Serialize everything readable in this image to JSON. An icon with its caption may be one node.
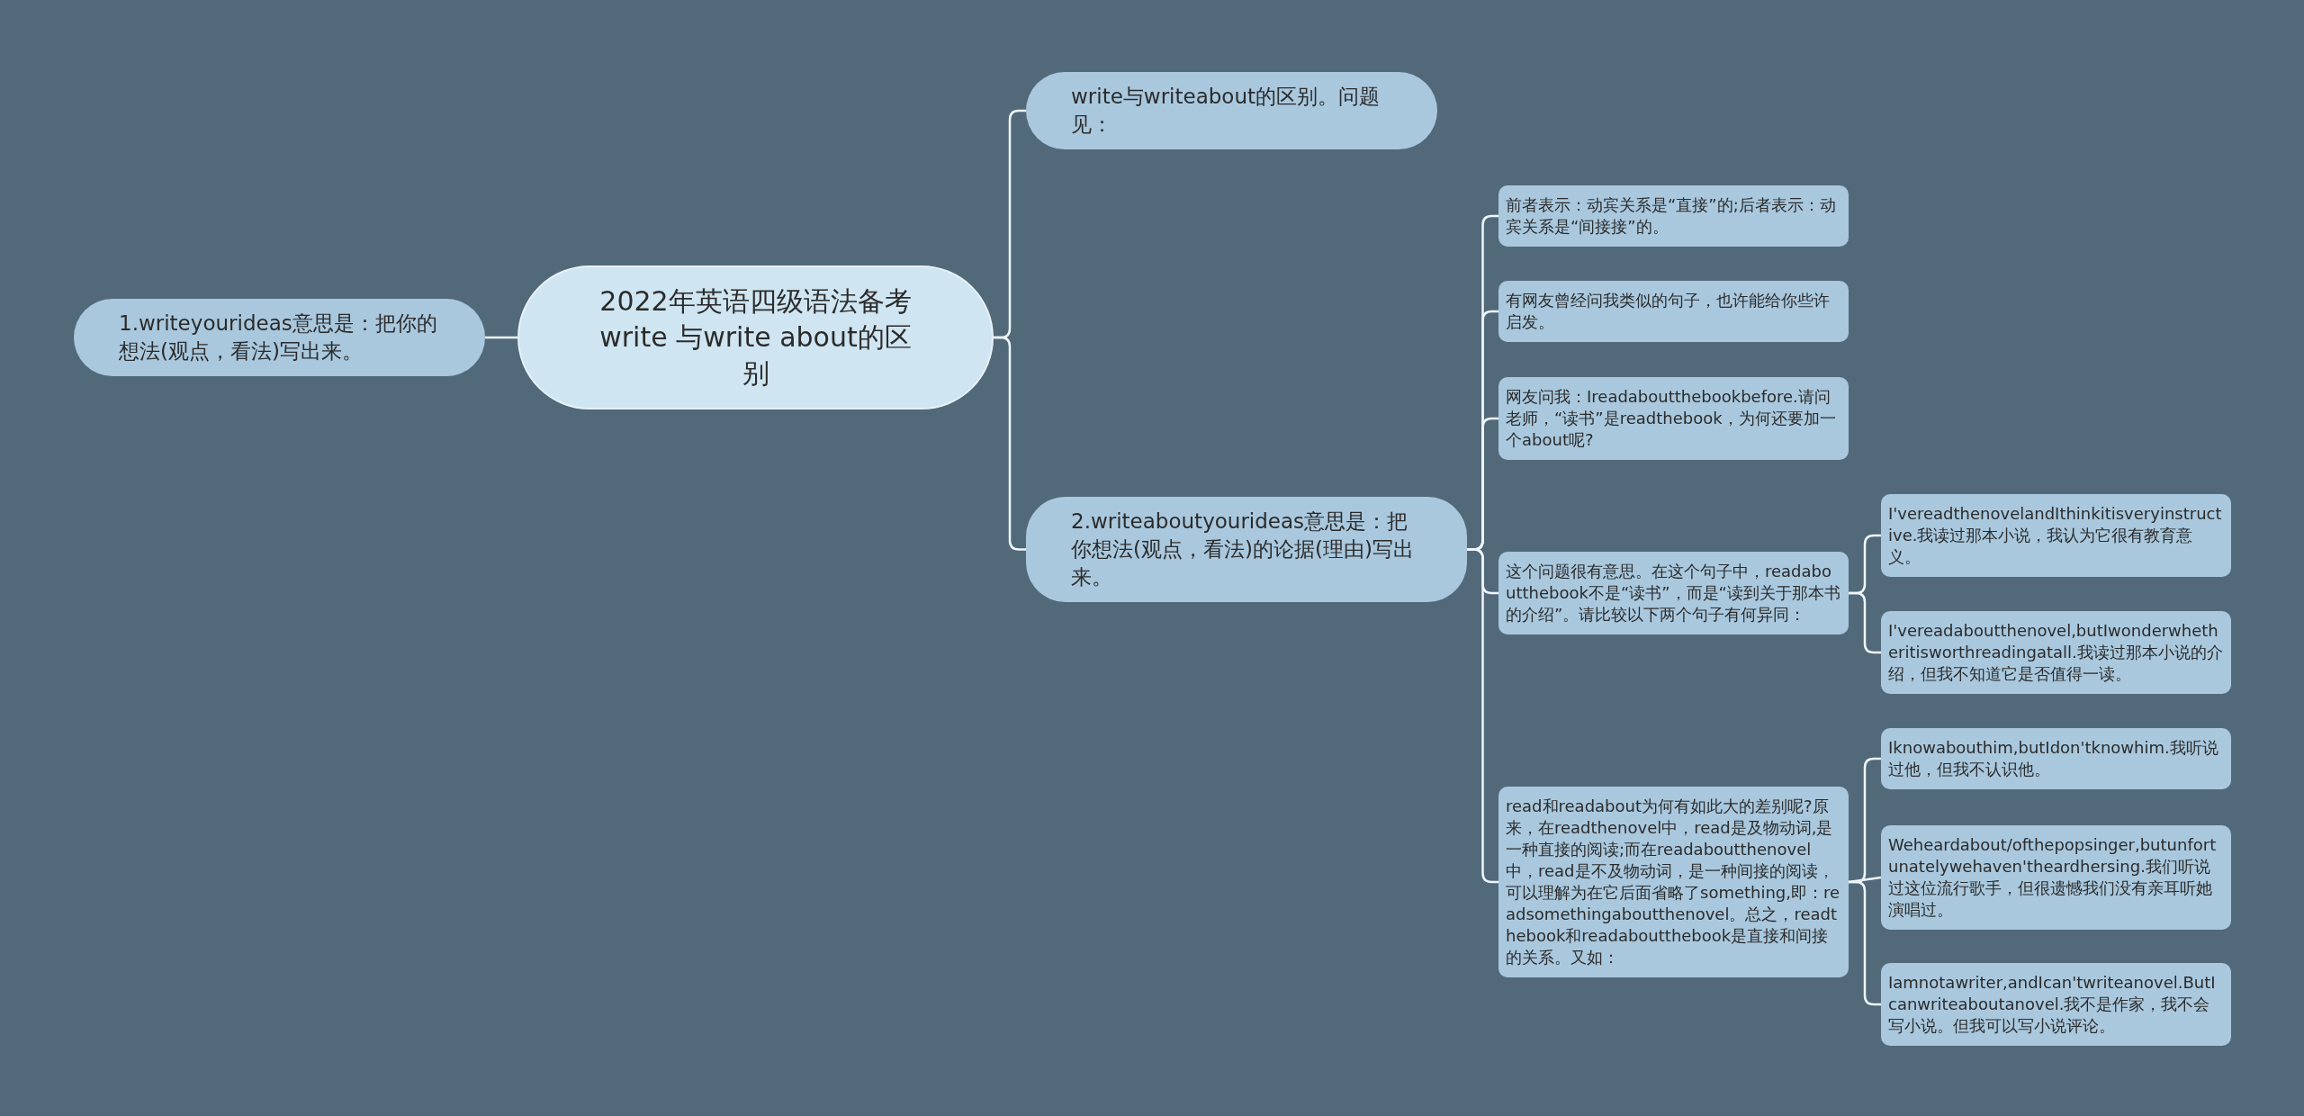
{
  "diagram": {
    "nodes": [
      {
        "text": [
          "2022年英语四级语法备考write 与write about的区别"
        ]
      },
      {
        "text": [
          "1.writeyourideas意思是：把你的想法(观点，看法)写出来。"
        ]
      },
      {
        "text": [
          "write与writeabout的区别。问题见："
        ]
      },
      {
        "text": [
          "2.writeaboutyourideas意思是：把你想法(观点，看法)的论据(理由)写出来。"
        ]
      },
      {
        "text": [
          "前者表示：动宾关系是“直接”的;后者表示：动宾关系是“间接接”的。"
        ]
      },
      {
        "text": [
          "有网友曾经问我类似的句子，也许能给你些许启发。"
        ]
      },
      {
        "text": [
          "网友问我：Ireadaboutthebookbefore.请问老师，“读书”是readthebook，为何还要加一个about呢?"
        ]
      },
      {
        "text": [
          "这个问题很有意思。在这个句子中，readaboutthebook不是“读书”，而是“读到关于那本书的介绍”。请比较以下两个句子有何异同："
        ]
      },
      {
        "text": [
          "read和readabout为何有如此大的差别呢?原来，在readthenovel中，read是及物动词,是一种直接的阅读;而在readaboutthenovel中，read是不及物动词，是一种间接的阅读，可以理解为在它后面省略了something,即：readsomethingaboutthenovel。总之，readthebook和readaboutthebook是直接和间接的关系。又如："
        ]
      },
      {
        "text": [
          "I'vereadthenovelandIthinkitisveryinstructive.我读过那本小说，我认为它很有教育意义。"
        ]
      },
      {
        "text": [
          "I'vereadaboutthenovel,butIwonderwhetheritisworthreadingatall.我读过那本小说的介绍，但我不知道它是否值得一读。"
        ]
      },
      {
        "text": [
          "Iknowabouthim,butIdon'tknowhim.我听说过他，但我不认识他。"
        ]
      },
      {
        "text": [
          "Weheardabout/ofthepopsinger,butunfortunatelywehaven'theardhersing.我们听说过这位流行歌手，但很遗憾我们没有亲耳听她演唱过。"
        ]
      },
      {
        "text": [
          "Iamnotawriter,andIcan'twriteanovel.ButIcanwriteaboutanovel.我不是作家，我不会写小说。但我可以写小说评论。"
        ]
      }
    ],
    "edges": [
      {
        "from": 0,
        "to": 1,
        "arrow": "none"
      },
      {
        "from": 0,
        "to": 2,
        "arrow": "none"
      },
      {
        "from": 0,
        "to": 3,
        "arrow": "none"
      },
      {
        "from": 3,
        "to": 4,
        "arrow": "none"
      },
      {
        "from": 3,
        "to": 5,
        "arrow": "none"
      },
      {
        "from": 3,
        "to": 6,
        "arrow": "none"
      },
      {
        "from": 3,
        "to": 7,
        "arrow": "none"
      },
      {
        "from": 3,
        "to": 8,
        "arrow": "none"
      },
      {
        "from": 7,
        "to": 9,
        "arrow": "none"
      },
      {
        "from": 7,
        "to": 10,
        "arrow": "none"
      },
      {
        "from": 8,
        "to": 11,
        "arrow": "none"
      },
      {
        "from": 8,
        "to": 12,
        "arrow": "none"
      },
      {
        "from": 8,
        "to": 13,
        "arrow": "none"
      }
    ]
  }
}
